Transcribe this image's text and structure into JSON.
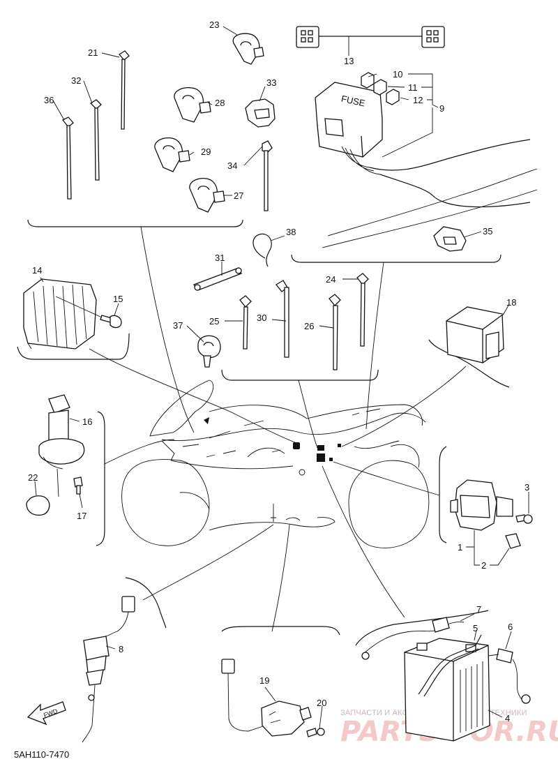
{
  "diagram_code": "5AH110-7470",
  "direction_arrow_label": "FWD",
  "fuse_box_label": "FUSE",
  "watermark": {
    "top_text": "ЗАПЧАСТИ И АКСЕССУАРЫ ДЛЯ МОТОТЕХНИКИ",
    "brand_text": "PARTS-FOR.RU"
  },
  "callouts": {
    "c1": "1",
    "c2": "2",
    "c3": "3",
    "c4": "4",
    "c5": "5",
    "c6": "6",
    "c7": "7",
    "c8": "8",
    "c9": "9",
    "c10": "10",
    "c11": "11",
    "c12": "12",
    "c13": "13",
    "c14": "14",
    "c15": "15",
    "c16": "16",
    "c17": "17",
    "c18": "18",
    "c19": "19",
    "c20": "20",
    "c21": "21",
    "c22": "22",
    "c23": "23",
    "c24": "24",
    "c25": "25",
    "c26": "26",
    "c27": "27",
    "c28": "28",
    "c29": "29",
    "c30": "30",
    "c31": "31",
    "c32": "32",
    "c33": "33",
    "c34": "34",
    "c35": "35",
    "c36": "36",
    "c37": "37",
    "c38": "38"
  }
}
